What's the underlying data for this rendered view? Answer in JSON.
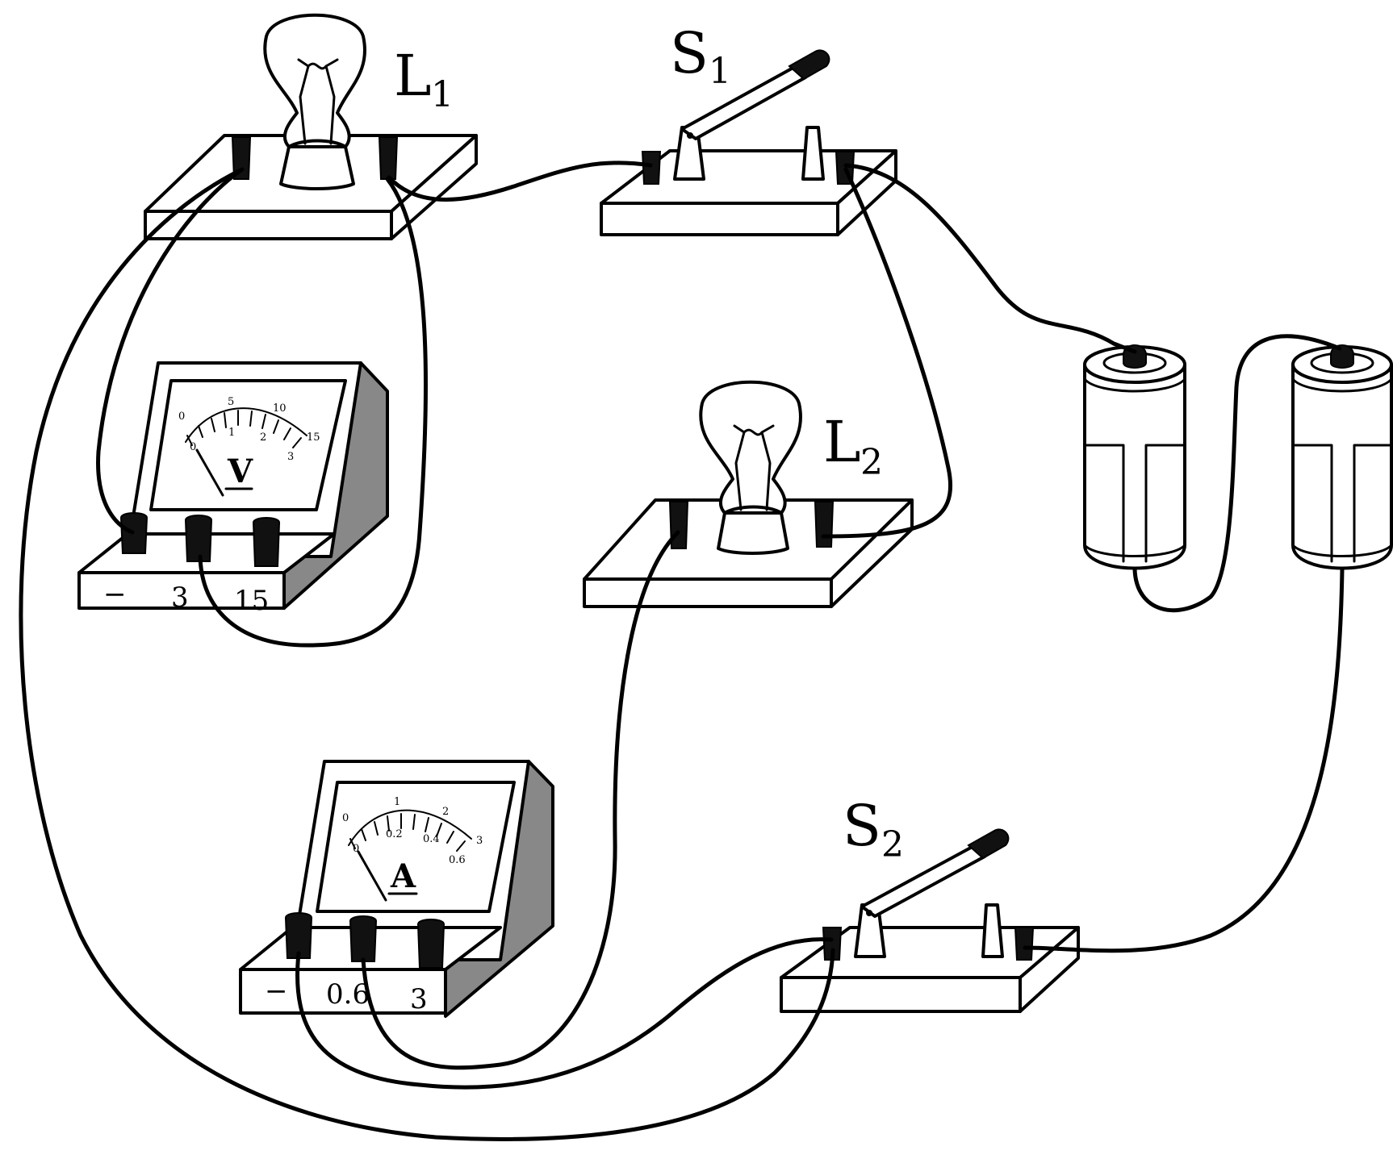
{
  "components": {
    "lamp1": {
      "label": "L",
      "sub": "1"
    },
    "lamp2": {
      "label": "L",
      "sub": "2"
    },
    "switch1": {
      "label": "S",
      "sub": "1"
    },
    "switch2": {
      "label": "S",
      "sub": "2"
    },
    "voltmeter": {
      "symbol": "V",
      "outer_scale": [
        "0",
        "5",
        "10",
        "15"
      ],
      "inner_scale": [
        "0",
        "1",
        "2",
        "3"
      ],
      "terminals": [
        "−",
        "3",
        "15"
      ]
    },
    "ammeter": {
      "symbol": "A",
      "outer_scale": [
        "0",
        "1",
        "2",
        "3"
      ],
      "inner_scale": [
        "0",
        "0.2",
        "0.4",
        "0.6"
      ],
      "terminals": [
        "−",
        "0.6",
        "3"
      ]
    }
  },
  "colors": {
    "line": "#000000",
    "meter_side": "#888888",
    "background": "#ffffff"
  }
}
